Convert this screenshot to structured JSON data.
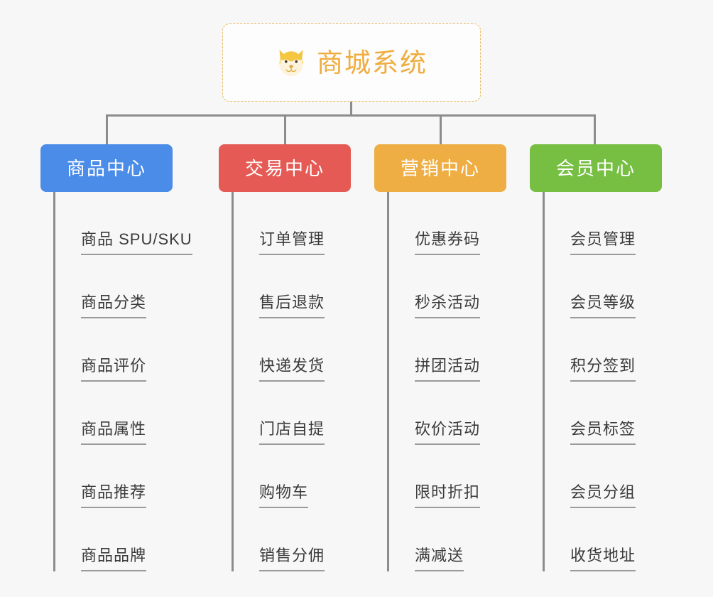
{
  "root": {
    "title": "商城系统",
    "icon": "dog-face-icon",
    "border_color": "#e8b960",
    "text_color": "#efad3f",
    "background": "#fdfdfd"
  },
  "canvas": {
    "background": "#f7f7f7",
    "connector_color": "#8c8c8c"
  },
  "columns": [
    {
      "id": "product-center",
      "label": "商品中心",
      "color": "#4a8ce8",
      "items": [
        "商品 SPU/SKU",
        "商品分类",
        "商品评价",
        "商品属性",
        "商品推荐",
        "商品品牌"
      ]
    },
    {
      "id": "trade-center",
      "label": "交易中心",
      "color": "#e55a55",
      "items": [
        "订单管理",
        "售后退款",
        "快递发货",
        "门店自提",
        "购物车",
        "销售分佣"
      ]
    },
    {
      "id": "marketing-center",
      "label": "营销中心",
      "color": "#eeae44",
      "items": [
        "优惠券码",
        "秒杀活动",
        "拼团活动",
        "砍价活动",
        "限时折扣",
        "满减送"
      ]
    },
    {
      "id": "member-center",
      "label": "会员中心",
      "color": "#76bf43",
      "items": [
        "会员管理",
        "会员等级",
        "积分签到",
        "会员标签",
        "会员分组",
        "收货地址"
      ]
    }
  ]
}
